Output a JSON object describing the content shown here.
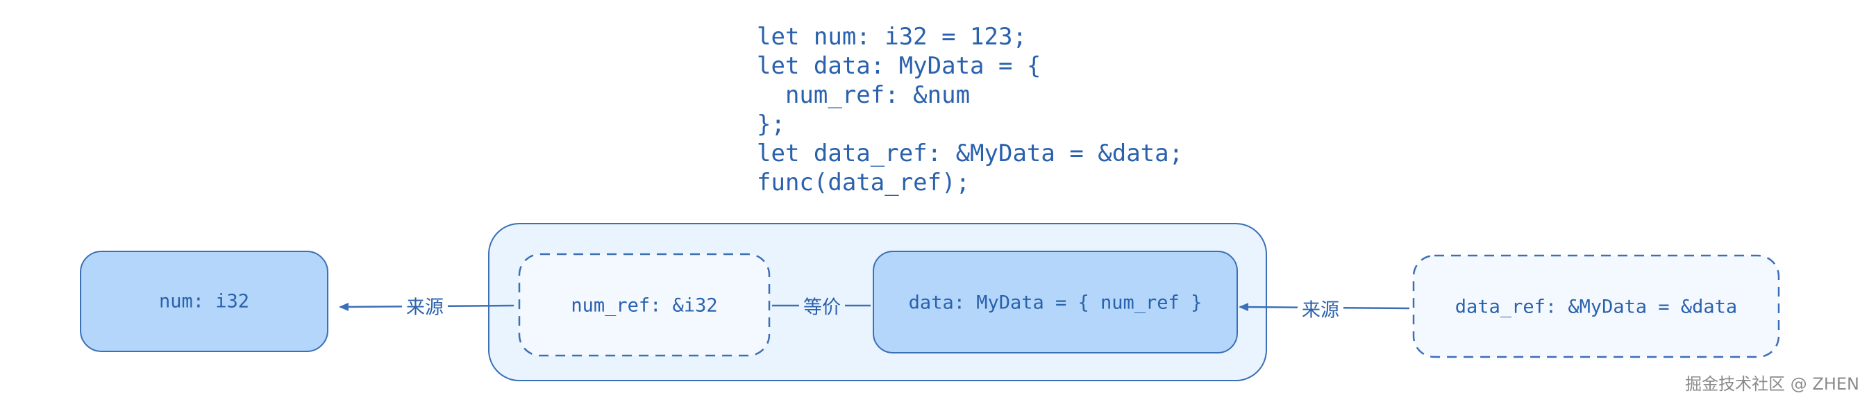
{
  "code": {
    "lines": [
      "let num: i32 = 123;",
      "let data: MyData = {",
      "  num_ref: &num",
      "};",
      "let data_ref: &MyData = &data;",
      "func(data_ref);"
    ]
  },
  "nodes": {
    "num": {
      "label": "num: i32"
    },
    "num_ref": {
      "label": "num_ref: &i32"
    },
    "data": {
      "label": "data: MyData = { num_ref }"
    },
    "data_ref": {
      "label": "data_ref: &MyData = &data"
    }
  },
  "edges": {
    "num_ref_to_num": {
      "label": "来源"
    },
    "num_ref_eq_data": {
      "label": "等价"
    },
    "data_ref_to_data": {
      "label": "来源"
    }
  },
  "colors": {
    "stroke": "#3b6fb6",
    "text": "#2a61ad",
    "solid_fill": "#b3d6fa",
    "container_fill": "#eaf4fe",
    "dashed_fill": "#f4f9ff"
  },
  "watermark": "掘金技术社区 @ ZHEN"
}
